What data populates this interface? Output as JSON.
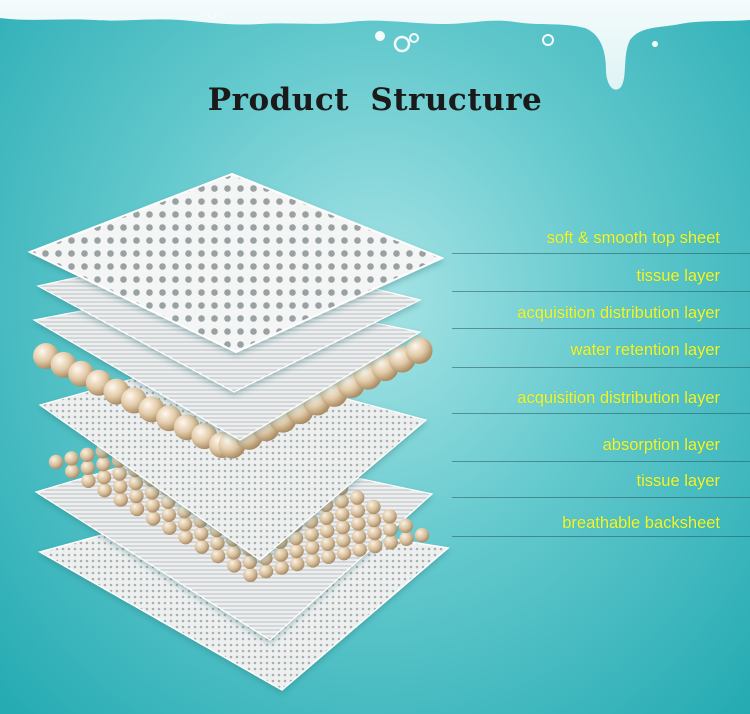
{
  "title": "Product  Structure",
  "colors": {
    "background": "#3fbcc1",
    "label_text": "#f3f52a",
    "sheet": "#f2f3f3",
    "bead": "#d9c2a3"
  },
  "layers": [
    {
      "label": "soft & smooth top sheet"
    },
    {
      "label": "tissue layer"
    },
    {
      "label": "acquisition distribution layer"
    },
    {
      "label": "water retention layer"
    },
    {
      "label": "acquisition distribution layer"
    },
    {
      "label": "absorption layer"
    },
    {
      "label": "tissue layer"
    },
    {
      "label": "breathable backsheet"
    }
  ]
}
